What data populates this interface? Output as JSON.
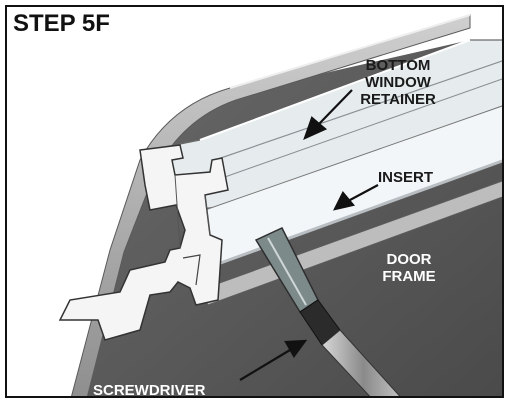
{
  "figure": {
    "step_title": "STEP 5F",
    "labels": {
      "bottom_window_retainer": [
        "BOTTOM",
        "WINDOW",
        "RETAINER"
      ],
      "insert": "INSERT",
      "door_frame": [
        "DOOR",
        "FRAME"
      ],
      "screwdriver": "SCREWDRIVER"
    },
    "colors": {
      "border": "#111111",
      "door_frame_fill": "#595959",
      "frame_edge": "#9a9a9a",
      "retainer_fill": "#e6ecee",
      "insert_fill": "#f3f6f8",
      "label_dark": "#1a1a1a",
      "label_light": "#ffffff"
    }
  }
}
